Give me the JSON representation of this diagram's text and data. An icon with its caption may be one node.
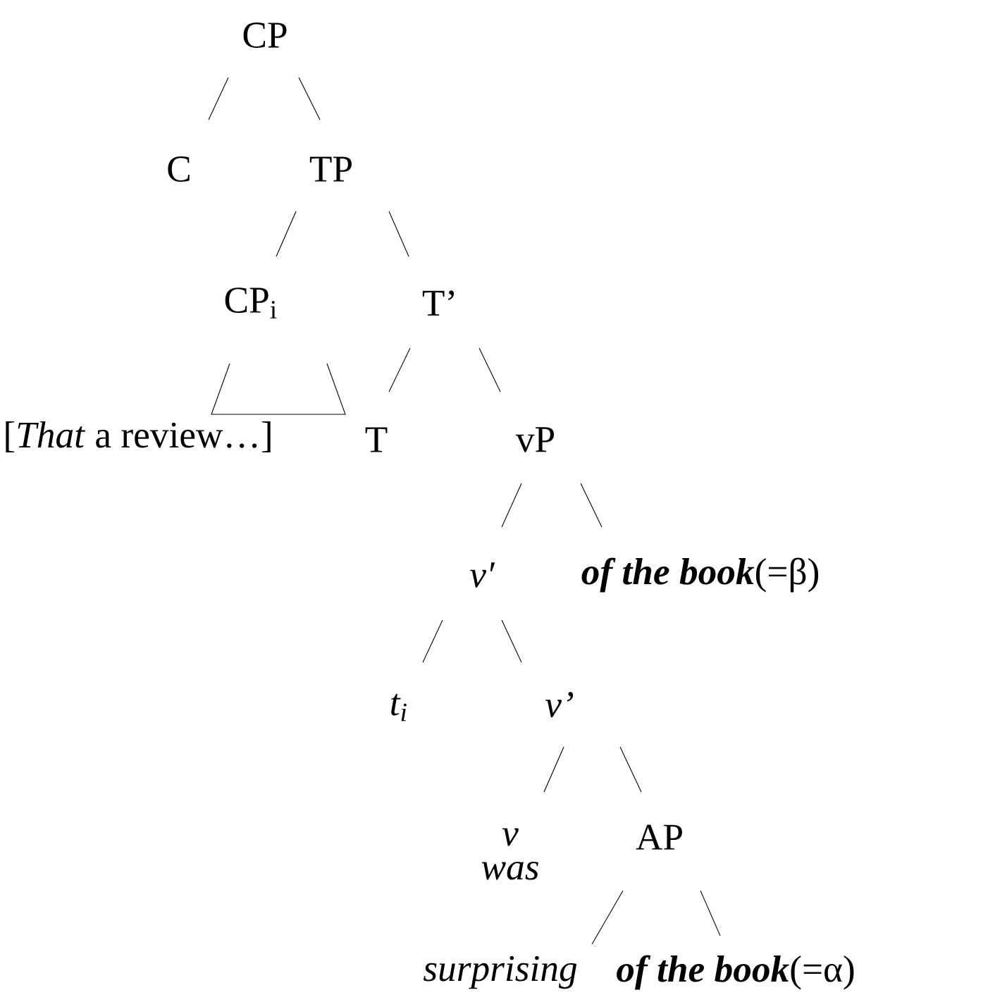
{
  "diagram": {
    "nodes": [
      {
        "text": [
          "CP"
        ]
      },
      {
        "text": [
          "C"
        ]
      },
      {
        "text": [
          "TP"
        ]
      },
      {
        "text": [
          "CP$_{i}$"
        ]
      },
      {
        "text": [
          "[*That* a review…]"
        ]
      },
      {
        "text": [
          "T’"
        ]
      },
      {
        "text": [
          "T"
        ]
      },
      {
        "text": [
          "vP"
        ]
      },
      {
        "text": [
          "v′"
        ]
      },
      {
        "text": [
          "**of the book**(=β)"
        ]
      },
      {
        "text": [
          "t$_{i}$"
        ]
      },
      {
        "text": [
          "v’"
        ]
      },
      {
        "text": [
          "v"
        ],
        "beside": [
          "was"
        ]
      },
      {
        "text": [
          "AP"
        ]
      },
      {
        "text": [
          "surprising"
        ]
      },
      {
        "text": [
          "**of the book**(=α)"
        ]
      }
    ],
    "edges": [
      {
        "from": 0,
        "to": 1,
        "arrow": "none"
      },
      {
        "from": 0,
        "to": 2,
        "arrow": "none"
      },
      {
        "from": 2,
        "to": 3,
        "arrow": "none"
      },
      {
        "from": 2,
        "to": 5,
        "arrow": "none"
      },
      {
        "from": 3,
        "to": 4,
        "arrow": "none"
      },
      {
        "from": 5,
        "to": 6,
        "arrow": "none"
      },
      {
        "from": 5,
        "to": 7,
        "arrow": "none"
      },
      {
        "from": 7,
        "to": 8,
        "arrow": "none"
      },
      {
        "from": 7,
        "to": 9,
        "arrow": "none"
      },
      {
        "from": 8,
        "to": 10,
        "arrow": "none"
      },
      {
        "from": 8,
        "to": 11,
        "arrow": "none"
      },
      {
        "from": 11,
        "to": 12,
        "arrow": "none"
      },
      {
        "from": 11,
        "to": 13,
        "arrow": "none"
      },
      {
        "from": 13,
        "to": 14,
        "arrow": "none"
      },
      {
        "from": 13,
        "to": 15,
        "arrow": "none"
      }
    ]
  }
}
